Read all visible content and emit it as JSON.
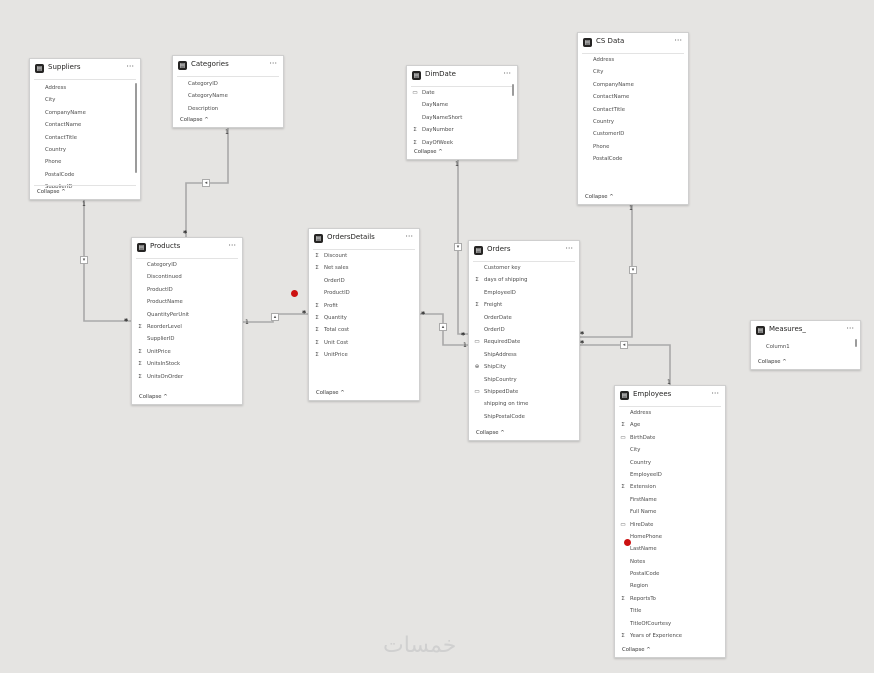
{
  "tables": {
    "suppliers": {
      "title": "Suppliers",
      "fields": [
        {
          "name": "Address",
          "icon": ""
        },
        {
          "name": "City",
          "icon": ""
        },
        {
          "name": "CompanyName",
          "icon": ""
        },
        {
          "name": "ContactName",
          "icon": ""
        },
        {
          "name": "ContactTitle",
          "icon": ""
        },
        {
          "name": "Country",
          "icon": ""
        },
        {
          "name": "Phone",
          "icon": ""
        },
        {
          "name": "PostalCode",
          "icon": ""
        },
        {
          "name": "SupplierID",
          "icon": ""
        }
      ],
      "collapse": "Collapse ^"
    },
    "categories": {
      "title": "Categories",
      "fields": [
        {
          "name": "CategoryID",
          "icon": ""
        },
        {
          "name": "CategoryName",
          "icon": ""
        },
        {
          "name": "Description",
          "icon": ""
        }
      ],
      "collapse": "Collapse ^"
    },
    "dimdate": {
      "title": "DimDate",
      "fields": [
        {
          "name": "Date",
          "icon": "▭"
        },
        {
          "name": "DayName",
          "icon": ""
        },
        {
          "name": "DayNameShort",
          "icon": ""
        },
        {
          "name": "DayNumber",
          "icon": "Σ"
        },
        {
          "name": "DayOfWeek",
          "icon": "Σ"
        }
      ],
      "collapse": "Collapse ^"
    },
    "csdata": {
      "title": "CS Data",
      "fields": [
        {
          "name": "Address",
          "icon": ""
        },
        {
          "name": "City",
          "icon": ""
        },
        {
          "name": "CompanyName",
          "icon": ""
        },
        {
          "name": "ContactName",
          "icon": ""
        },
        {
          "name": "ContactTitle",
          "icon": ""
        },
        {
          "name": "Country",
          "icon": ""
        },
        {
          "name": "CustomerID",
          "icon": ""
        },
        {
          "name": "Phone",
          "icon": ""
        },
        {
          "name": "PostalCode",
          "icon": ""
        }
      ],
      "collapse": "Collapse ^"
    },
    "products": {
      "title": "Products",
      "fields": [
        {
          "name": "CategoryID",
          "icon": ""
        },
        {
          "name": "Discontinued",
          "icon": ""
        },
        {
          "name": "ProductID",
          "icon": ""
        },
        {
          "name": "ProductName",
          "icon": ""
        },
        {
          "name": "QuantityPerUnit",
          "icon": ""
        },
        {
          "name": "ReorderLevel",
          "icon": "Σ"
        },
        {
          "name": "SupplierID",
          "icon": ""
        },
        {
          "name": "UnitPrice",
          "icon": "Σ"
        },
        {
          "name": "UnitsInStock",
          "icon": "Σ"
        },
        {
          "name": "UnitsOnOrder",
          "icon": "Σ"
        }
      ],
      "collapse": "Collapse ^"
    },
    "ordersdetails": {
      "title": "OrdersDetails",
      "fields": [
        {
          "name": "Discount",
          "icon": "Σ"
        },
        {
          "name": "Net sales",
          "icon": "Σ"
        },
        {
          "name": "OrderID",
          "icon": ""
        },
        {
          "name": "ProductID",
          "icon": ""
        },
        {
          "name": "Profit",
          "icon": "Σ"
        },
        {
          "name": "Quantity",
          "icon": "Σ"
        },
        {
          "name": "Total cost",
          "icon": "Σ"
        },
        {
          "name": "Unit Cost",
          "icon": "Σ"
        },
        {
          "name": "UnitPrice",
          "icon": "Σ"
        }
      ],
      "collapse": "Collapse ^"
    },
    "orders": {
      "title": "Orders",
      "fields": [
        {
          "name": "Customer key",
          "icon": ""
        },
        {
          "name": "days of shipping",
          "icon": "Σ"
        },
        {
          "name": "EmployeeID",
          "icon": ""
        },
        {
          "name": "Freight",
          "icon": "Σ"
        },
        {
          "name": "OrderDate",
          "icon": ""
        },
        {
          "name": "OrderID",
          "icon": ""
        },
        {
          "name": "RequiredDate",
          "icon": "▭"
        },
        {
          "name": "ShipAddress",
          "icon": ""
        },
        {
          "name": "ShipCity",
          "icon": "⊕"
        },
        {
          "name": "ShipCountry",
          "icon": ""
        },
        {
          "name": "ShippedDate",
          "icon": "▭"
        },
        {
          "name": "shipping on time",
          "icon": ""
        },
        {
          "name": "ShipPostalCode",
          "icon": ""
        }
      ],
      "collapse": "Collapse ^"
    },
    "measures": {
      "title": "Measures_",
      "fields": [
        {
          "name": "Column1",
          "icon": ""
        }
      ],
      "collapse": "Collapse ^"
    },
    "employees": {
      "title": "Employees",
      "fields": [
        {
          "name": "Address",
          "icon": ""
        },
        {
          "name": "Age",
          "icon": "Σ"
        },
        {
          "name": "BirthDate",
          "icon": "▭"
        },
        {
          "name": "City",
          "icon": ""
        },
        {
          "name": "Country",
          "icon": ""
        },
        {
          "name": "EmployeeID",
          "icon": ""
        },
        {
          "name": "Extension",
          "icon": "Σ"
        },
        {
          "name": "FirstName",
          "icon": ""
        },
        {
          "name": "Full Name",
          "icon": ""
        },
        {
          "name": "HireDate",
          "icon": "▭"
        },
        {
          "name": "HomePhone",
          "icon": ""
        },
        {
          "name": "LastName",
          "icon": ""
        },
        {
          "name": "Notes",
          "icon": ""
        },
        {
          "name": "PostalCode",
          "icon": ""
        },
        {
          "name": "Region",
          "icon": ""
        },
        {
          "name": "ReportsTo",
          "icon": "Σ"
        },
        {
          "name": "Title",
          "icon": ""
        },
        {
          "name": "TitleOfCourtesy",
          "icon": ""
        },
        {
          "name": "Years of Experience",
          "icon": "Σ"
        }
      ],
      "collapse": "Collapse ^"
    }
  },
  "relationship_marks": {
    "one": "1",
    "many": "*"
  },
  "colors": {
    "canvas": "#e5e4e2",
    "line": "#a9a9a9",
    "red_dot": "#cc1111"
  },
  "watermark": "خمسات"
}
